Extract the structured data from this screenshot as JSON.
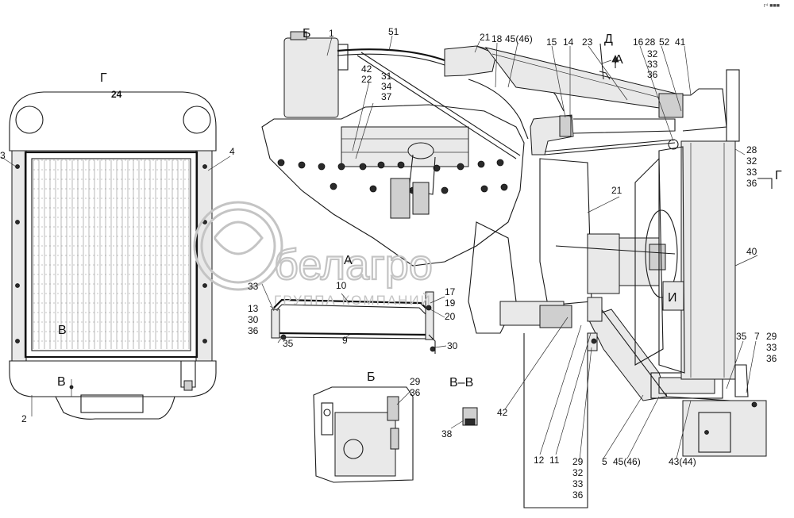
{
  "view_letters": {
    "G_top": "Г",
    "B_cyr": "Б",
    "A_main": "А",
    "A_sub": "A",
    "D": "Д",
    "G_right": "Г",
    "V_bottom": "В",
    "V_grille": "В",
    "B_detail": "Б",
    "VV": "В–В",
    "I_mark": "И"
  },
  "labels": {
    "p24": "24",
    "p4": "4",
    "p2": "2",
    "p3": "3",
    "p1": "1",
    "p51": "51",
    "p21a": "21",
    "p18": "18",
    "p45_46a": "45(46)",
    "p15": "15",
    "p14": "14",
    "p23": "23",
    "p16": "16",
    "p28a": "28",
    "p52": "52",
    "p41": "41",
    "p32a": "32",
    "p33a": "33",
    "p36a": "36",
    "p42a": "42",
    "p22": "22",
    "p31": "31",
    "p34": "34",
    "p37": "37",
    "p28b": "28",
    "p32b": "32",
    "p33b": "33",
    "p36b": "36",
    "p21b": "21",
    "p40": "40",
    "p10": "10",
    "p33c": "33",
    "p13": "13",
    "p30a": "30",
    "p36c": "36",
    "p17": "17",
    "p19": "19",
    "p20": "20",
    "p9": "9",
    "p35a": "35",
    "p30b": "30",
    "p35b": "35",
    "p7": "7",
    "p29a": "29",
    "p33d": "33",
    "p36d": "36",
    "p29b": "29",
    "p36e": "36",
    "p38": "38",
    "p42b": "42",
    "p12": "12",
    "p11": "11",
    "p29c": "29",
    "p32c": "32",
    "p33e": "33",
    "p36f": "36",
    "p5": "5",
    "p45_46b": "45(46)",
    "p43_44": "43(44)"
  },
  "watermark": {
    "name": "белагро",
    "subtitle": "ГРУППА КОМПАНИЙ"
  },
  "corner_mark": "r⁴ ■■■"
}
